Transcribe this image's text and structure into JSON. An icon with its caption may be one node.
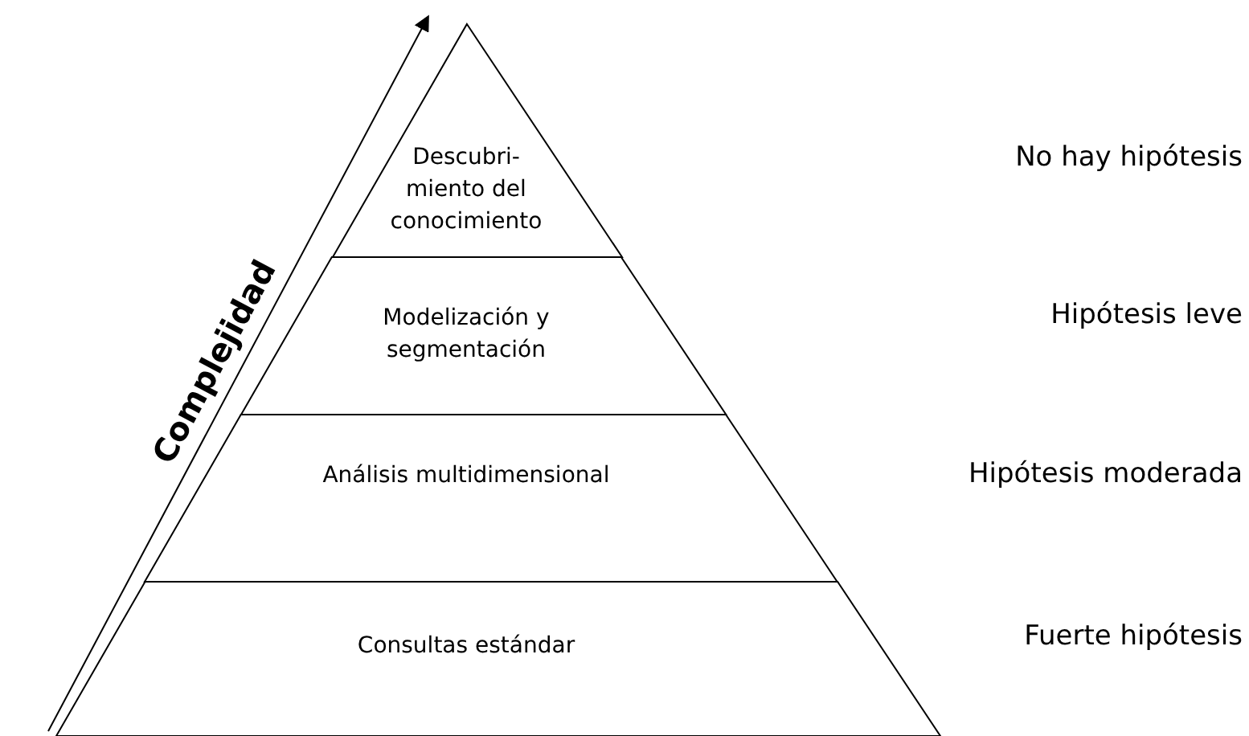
{
  "diagram": {
    "nodes": [
      {
        "text": [
          "Descubri- miento del conocimiento"
        ]
      },
      {
        "text": [
          "Modelización y segmentación"
        ]
      },
      {
        "text": [
          "Análisis multidimensional"
        ]
      },
      {
        "text": [
          "Consultas estándar"
        ]
      }
    ],
    "labels": [
      "Complejidad",
      "No hay hipótesis",
      "Hipótesis leve",
      "Hipótesis moderada",
      "Fuerte hipótesis"
    ]
  }
}
